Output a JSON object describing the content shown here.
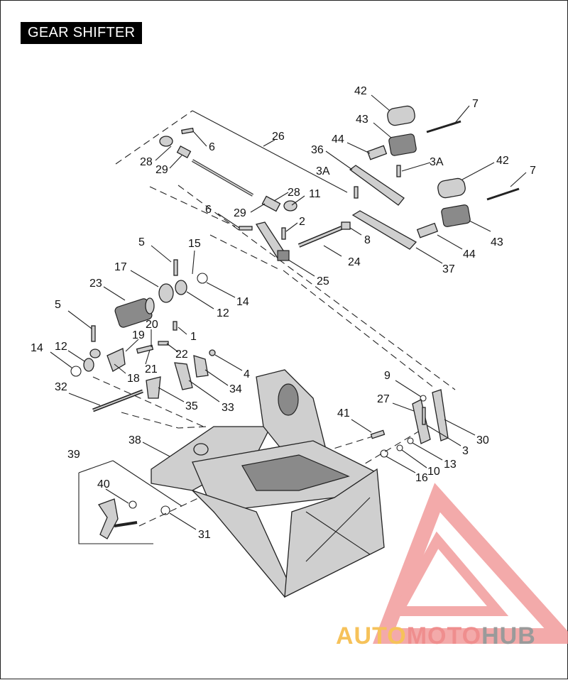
{
  "title": "GEAR SHIFTER",
  "watermark": {
    "parts": [
      "AUTO",
      "MOTO",
      "HUB"
    ],
    "colors": {
      "auto": "#f6c25a",
      "moto": "#ef8e8e",
      "hub": "#9a9a9a",
      "logo": "#ef8e8e"
    }
  },
  "callouts": [
    {
      "label": "42"
    },
    {
      "label": "7"
    },
    {
      "label": "43"
    },
    {
      "label": "26"
    },
    {
      "label": "44"
    },
    {
      "label": "36"
    },
    {
      "label": "6"
    },
    {
      "label": "28"
    },
    {
      "label": "29"
    },
    {
      "label": "3A"
    },
    {
      "label": "3A"
    },
    {
      "label": "42"
    },
    {
      "label": "7"
    },
    {
      "label": "28"
    },
    {
      "label": "11"
    },
    {
      "label": "29"
    },
    {
      "label": "6"
    },
    {
      "label": "2"
    },
    {
      "label": "43"
    },
    {
      "label": "8"
    },
    {
      "label": "44"
    },
    {
      "label": "24"
    },
    {
      "label": "37"
    },
    {
      "label": "5"
    },
    {
      "label": "15"
    },
    {
      "label": "25"
    },
    {
      "label": "17"
    },
    {
      "label": "23"
    },
    {
      "label": "14"
    },
    {
      "label": "12"
    },
    {
      "label": "5"
    },
    {
      "label": "1"
    },
    {
      "label": "20"
    },
    {
      "label": "19"
    },
    {
      "label": "22"
    },
    {
      "label": "14"
    },
    {
      "label": "12"
    },
    {
      "label": "4"
    },
    {
      "label": "21"
    },
    {
      "label": "18"
    },
    {
      "label": "34"
    },
    {
      "label": "9"
    },
    {
      "label": "32"
    },
    {
      "label": "27"
    },
    {
      "label": "35"
    },
    {
      "label": "33"
    },
    {
      "label": "41"
    },
    {
      "label": "30"
    },
    {
      "label": "38"
    },
    {
      "label": "3"
    },
    {
      "label": "13"
    },
    {
      "label": "10"
    },
    {
      "label": "16"
    },
    {
      "label": "39"
    },
    {
      "label": "40"
    },
    {
      "label": "31"
    }
  ]
}
